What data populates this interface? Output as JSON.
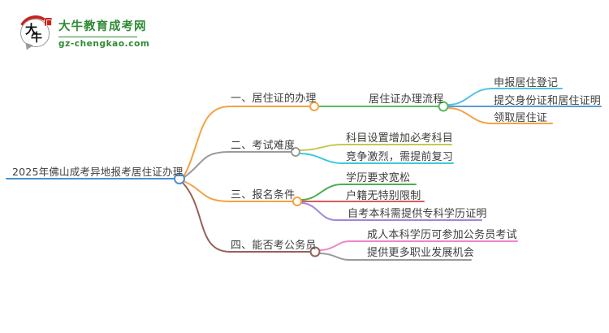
{
  "logo": {
    "icon": "daniu-speech-bubble-logo",
    "icon_char_top": "大",
    "icon_char_bottom": "牛",
    "title": "大牛教育成考网",
    "domain": "gz-chengkao.com",
    "brand_color": "#2e8b34"
  },
  "mindmap": {
    "central": {
      "label": "2025年佛山成考异地报考居住证办理",
      "color": "#4a90d2"
    },
    "branches": [
      {
        "label": "一、居住证的办理",
        "color": "#f5a243",
        "children": [
          {
            "label": "居住证办理流程",
            "color": "#5cb85f",
            "children": [
              {
                "label": "申报居住登记",
                "color": "#4ec4e0"
              },
              {
                "label": "提交身份证和居住证明",
                "color": "#5b9bd5"
              },
              {
                "label": "领取居住证",
                "color": "#f5a243"
              }
            ]
          }
        ]
      },
      {
        "label": "二、考试难度",
        "color": "#9a9a9a",
        "children": [
          {
            "label": "科目设置增加必考科目",
            "color": "#c3c94f"
          },
          {
            "label": "竞争激烈，需提前复习",
            "color": "#3ec9dc"
          }
        ]
      },
      {
        "label": "三、报名条件",
        "color": "#f5a243",
        "children": [
          {
            "label": "学历要求宽松",
            "color": "#4cae52"
          },
          {
            "label": "户籍无特别限制",
            "color": "#d65c5c"
          },
          {
            "label": "自考本科需提供专科学历证明",
            "color": "#a385d9"
          }
        ]
      },
      {
        "label": "四、能否考公务员",
        "color": "#96605a",
        "children": [
          {
            "label": "成人本科学历可参加公务员考试",
            "color": "#ee86c8"
          },
          {
            "label": "提供更多职业发展机会",
            "color": "#9a9a9a"
          }
        ]
      }
    ]
  }
}
